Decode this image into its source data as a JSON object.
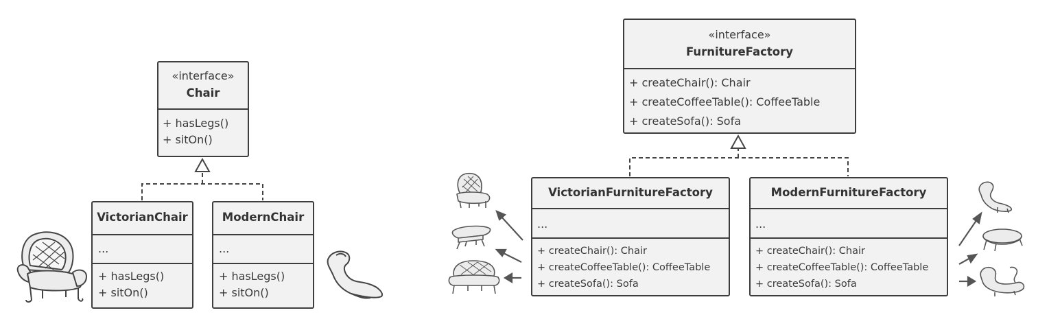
{
  "chair_interface": {
    "stereotype": "«interface»",
    "name": "Chair",
    "methods": [
      "+ hasLegs()",
      "+ sitOn()"
    ]
  },
  "victorian_chair": {
    "name": "VictorianChair",
    "fields": "...",
    "methods": [
      "+ hasLegs()",
      "+ sitOn()"
    ]
  },
  "modern_chair": {
    "name": "ModernChair",
    "fields": "...",
    "methods": [
      "+ hasLegs()",
      "+ sitOn()"
    ]
  },
  "furniture_factory": {
    "stereotype": "«interface»",
    "name": "FurnitureFactory",
    "methods": [
      "+ createChair(): Chair",
      "+ createCoffeeTable(): CoffeeTable",
      "+ createSofa(): Sofa"
    ]
  },
  "victorian_factory": {
    "name": "VictorianFurnitureFactory",
    "fields": "...",
    "methods": [
      "+ createChair(): Chair",
      "+ createCoffeeTable(): CoffeeTable",
      "+ createSofa(): Sofa"
    ]
  },
  "modern_factory": {
    "name": "ModernFurnitureFactory",
    "fields": "...",
    "methods": [
      "+ createChair(): Chair",
      "+ createCoffeeTable(): CoffeeTable",
      "+ createSofa(): Sofa"
    ]
  },
  "icons": [
    "victorian-armchair-icon",
    "modern-chair-icon",
    "victorian-table-icon",
    "victorian-sofa-icon",
    "modern-table-icon",
    "modern-sofa-icon"
  ]
}
